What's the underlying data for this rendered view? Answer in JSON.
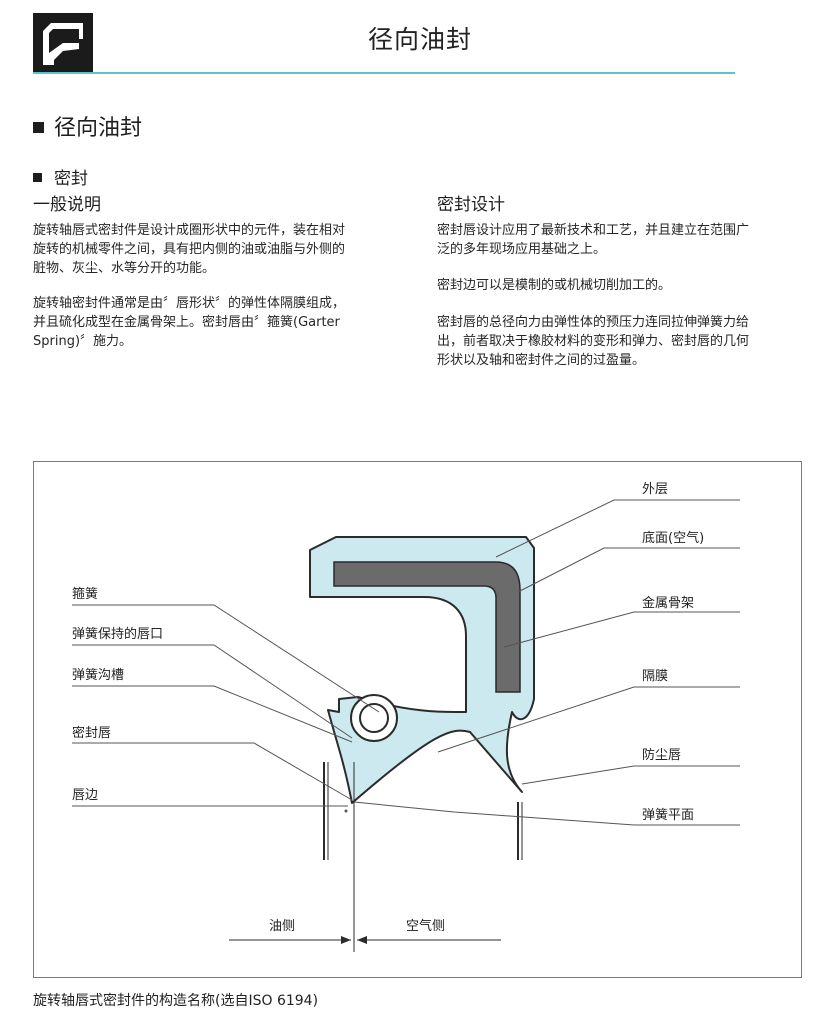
{
  "header": {
    "logo": "oil-seal-logo-icon",
    "title": "径向油封",
    "accent_color": "#57c5cf"
  },
  "section": {
    "heading": "径向油封",
    "subheading": "密封"
  },
  "left_column": {
    "title": "一般说明",
    "paragraphs": [
      [
        "旋转轴唇式密封件是设计成圈形状中的元件，装在相对",
        "旋转的机械零件之间，具有把内侧的油或油脂与外侧的",
        "脏物、灰尘、水等分开的功能。"
      ],
      [
        "旋转轴密封件通常是由〞唇形状〞的弹性体隔膜组成，",
        "并且硫化成型在金属骨架上。密封唇由〞箍簧(Garter",
        "Spring)〞施力。"
      ]
    ]
  },
  "right_column": {
    "title": "密封设计",
    "paragraphs": [
      [
        "密封唇设计应用了最新技术和工艺，并且建立在范围广",
        "泛的多年现场应用基础之上。"
      ],
      [
        "密封边可以是模制的或机械切削加工的。"
      ],
      [
        "密封唇的总径向力由弹性体的预压力连同拉伸弹簧力给",
        "出，前者取决于橡胶材料的变形和弹力、密封唇的几何",
        "形状以及轴和密封件之间的过盈量。"
      ]
    ]
  },
  "diagram": {
    "left_labels": [
      "箍簧",
      "弹簧保持的唇口",
      "弹簧沟槽",
      "密封唇",
      "唇边"
    ],
    "right_labels": [
      "外层",
      "底面(空气)",
      "金属骨架",
      "隔膜",
      "防尘唇",
      "弹簧平面"
    ],
    "oil_side": "油侧",
    "air_side": "空气侧",
    "rubber_color": "#cbe9ee",
    "metal_color": "#6b6b6b"
  },
  "caption": "旋转轴唇式密封件的构造名称(选自ISO 6194)"
}
